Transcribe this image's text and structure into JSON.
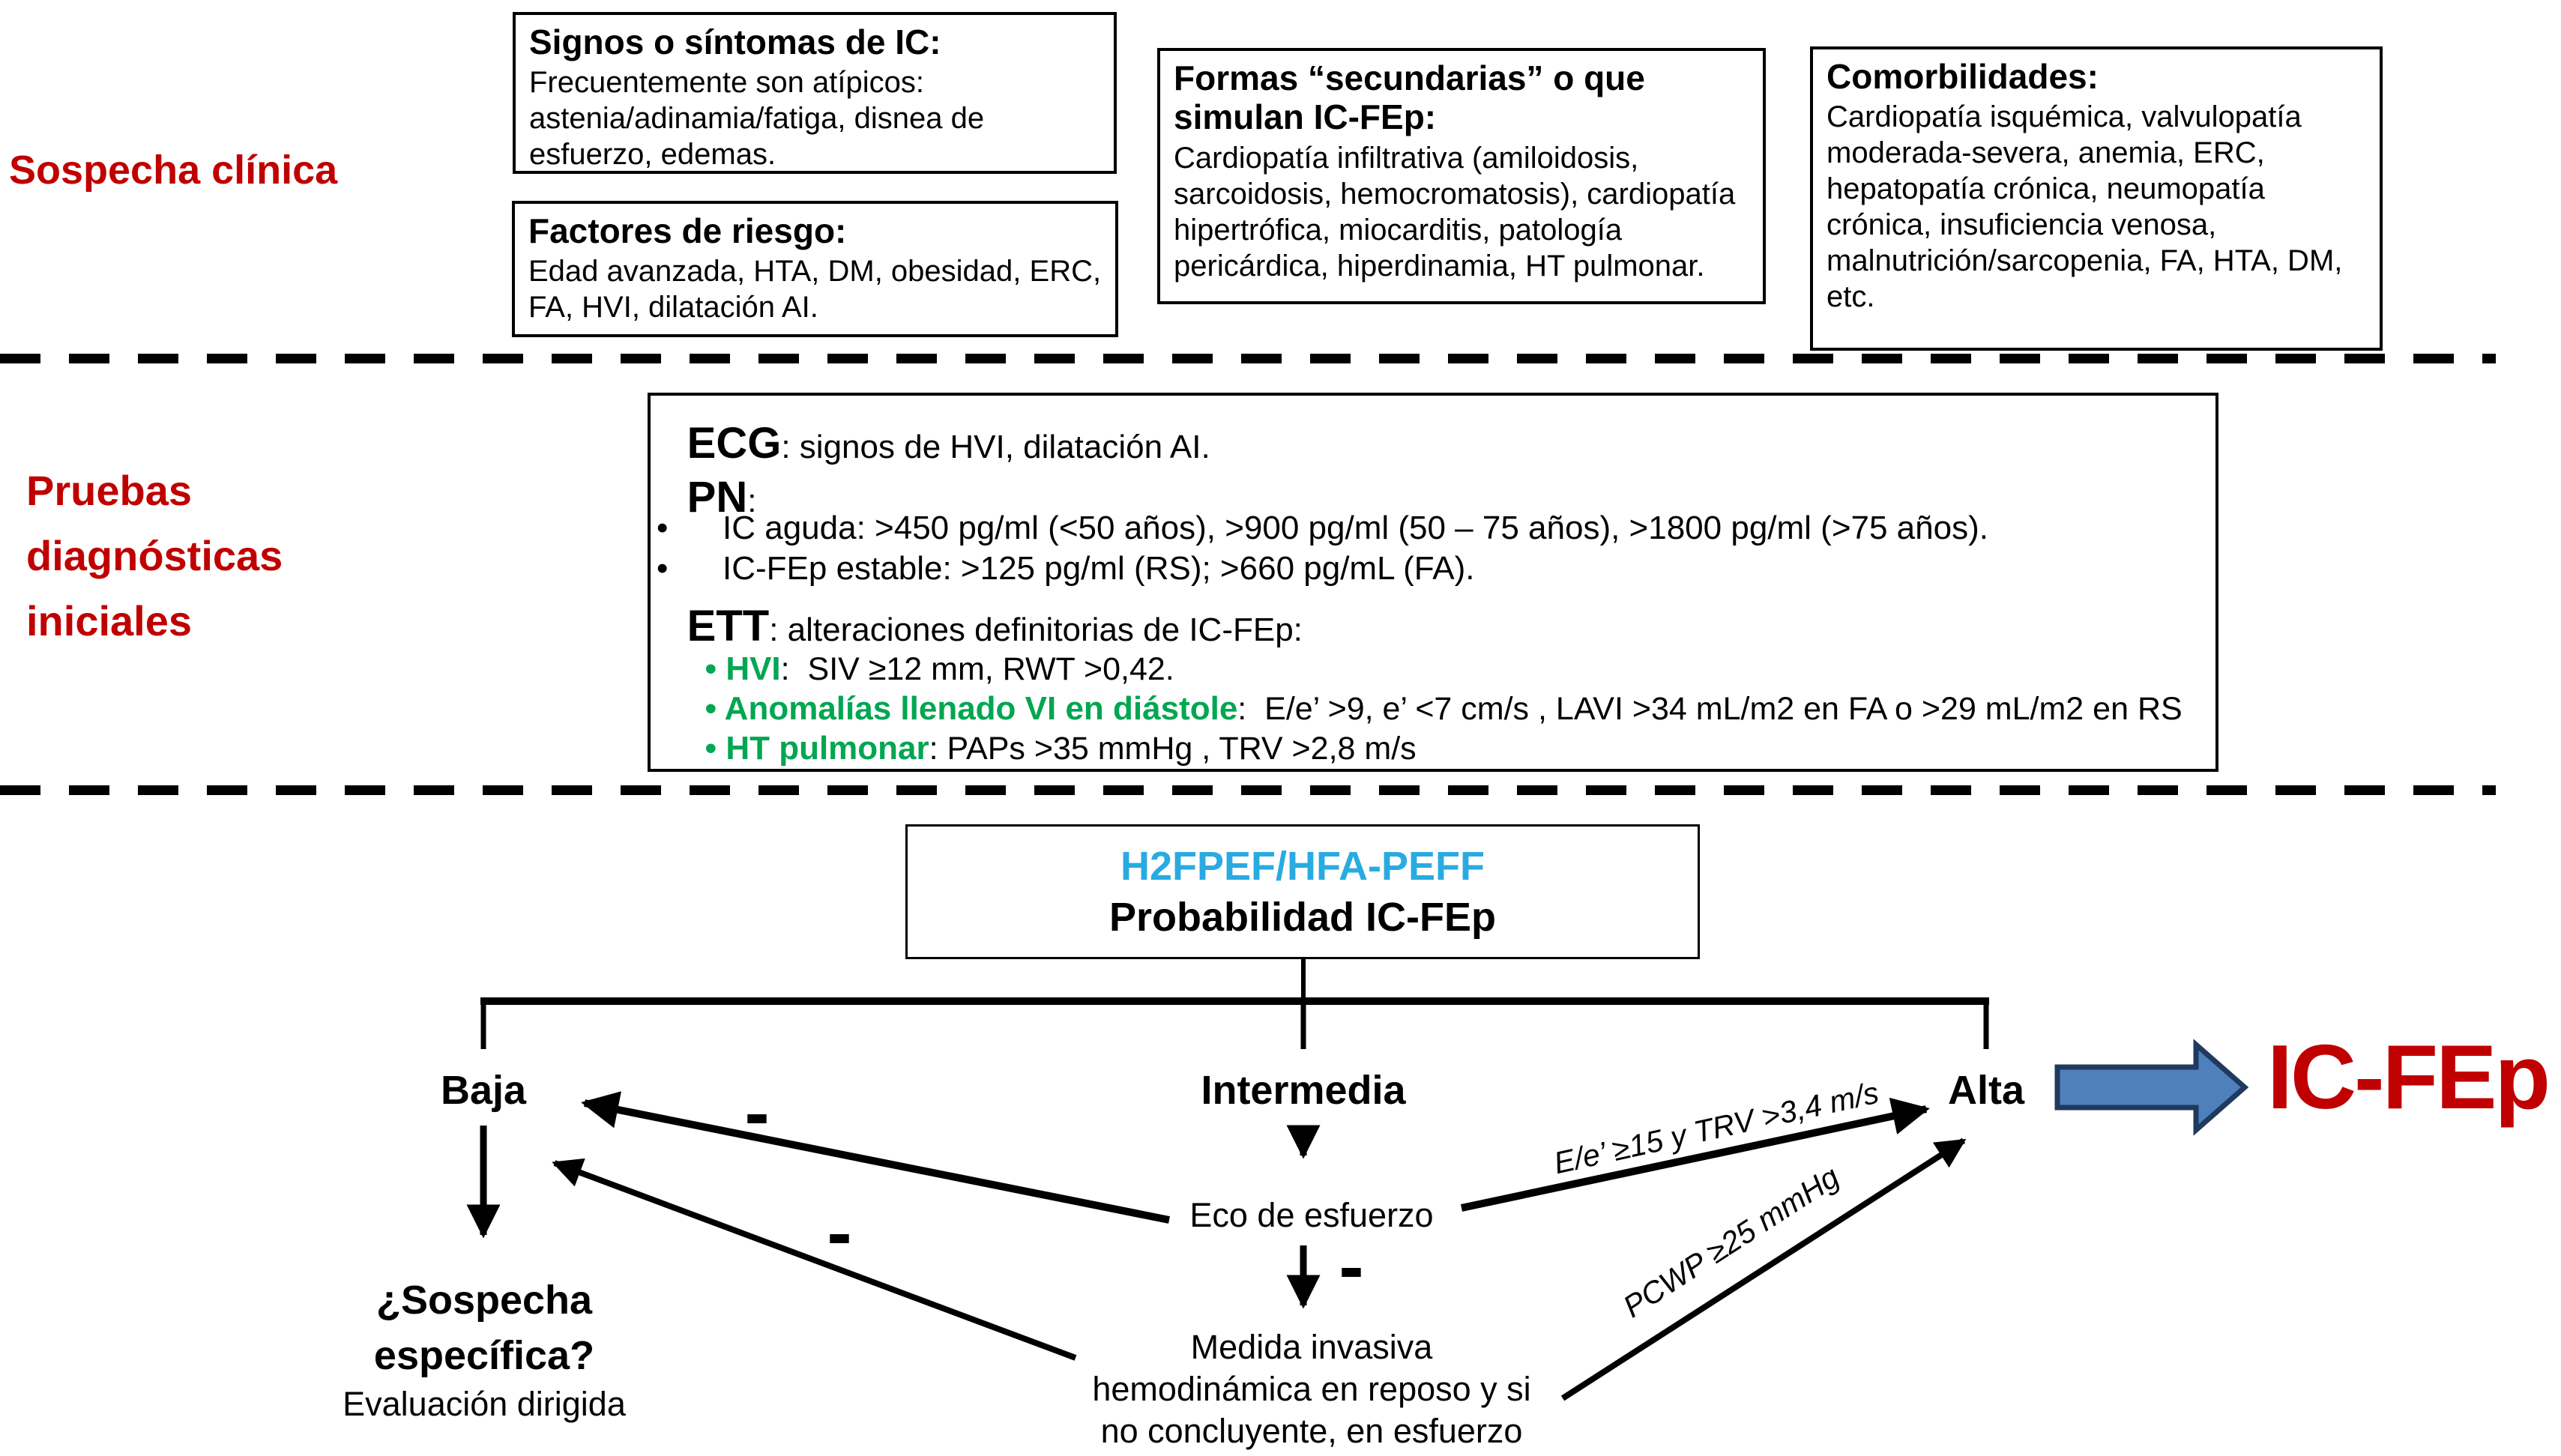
{
  "colors": {
    "heading_red": "#C00000",
    "outcome_red": "#C00000",
    "score_blue": "#29ABE2",
    "green": "#00A651",
    "block_arrow_fill": "#4E80BC",
    "block_arrow_stroke": "#1F3A5E"
  },
  "clinical": {
    "section_label": "Sospecha clínica",
    "boxes": [
      {
        "title": "Signos o síntomas de IC:",
        "body": "Frecuentemente son atípicos: astenia/adinamia/fatiga, disnea de esfuerzo, edemas."
      },
      {
        "title": "Factores de riesgo:",
        "body": "Edad avanzada, HTA, DM, obesidad, ERC, FA, HVI, dilatación AI."
      },
      {
        "title": "Formas “secundarias” o que simulan IC-FEp:",
        "body": "Cardiopatía infiltrativa (amiloidosis, sarcoidosis, hemocromatosis), cardiopatía hipertrófica, miocarditis, patología pericárdica, hiperdinamia, HT pulmonar."
      },
      {
        "title": "Comorbilidades:",
        "body": "Cardiopatía isquémica, valvulopatía moderada-severa, anemia, ERC, hepatopatía crónica, neumopatía crónica, insuficiencia venosa, malnutrición/sarcopenia, FA, HTA, DM, etc."
      }
    ]
  },
  "tests": {
    "section_label": "Pruebas\ndiagnósticas\niniciales",
    "ecg_label": "ECG",
    "ecg_text": ": signos de HVI, dilatación AI.",
    "pn_label": "PN",
    "pn_colon": ":",
    "bullet": "•",
    "pn_items": [
      "IC aguda: >450 pg/ml (<50 años), >900 pg/ml (50 – 75 años), >1800 pg/ml (>75 años).",
      "IC-FEp estable: >125 pg/ml (RS); >660 pg/mL (FA)."
    ],
    "ett_label": "ETT",
    "ett_text": ": alteraciones definitorias de IC-FEp:",
    "ett_items": [
      {
        "term": "HVI",
        "rest": ":  SIV ≥12 mm, RWT >0,42."
      },
      {
        "term": "Anomalías llenado VI en diástole",
        "rest": ":  E/e’ >9, e’ <7 cm/s , LAVI >34 mL/m2 en FA o >29 mL/m2 en RS"
      },
      {
        "term": "HT pulmonar",
        "rest": ": PAPs >35 mmHg , TRV >2,8 m/s"
      }
    ]
  },
  "flow": {
    "score_line1": "H2FPEF/HFA-PEFF",
    "score_line2": "Probabilidad IC-FEp",
    "branch_low": "Baja",
    "branch_mid": "Intermedia",
    "branch_high": "Alta",
    "eco_label": "Eco de esfuerzo",
    "invasive_line1": "Medida invasiva",
    "invasive_line2": "hemodinámica en reposo y si",
    "invasive_line3": "no concluyente, en esfuerzo",
    "suspicion_line1": "¿Sospecha",
    "suspicion_line2": "específica?",
    "evaluation_label": "Evaluación dirigida",
    "minus": "-",
    "arrow_label_eco_alta": "E/e’ ≥15 y TRV >3,4 m/s",
    "arrow_label_invasive_alta": "PCWP ≥25 mmHg",
    "outcome_label": "IC-FEp"
  }
}
